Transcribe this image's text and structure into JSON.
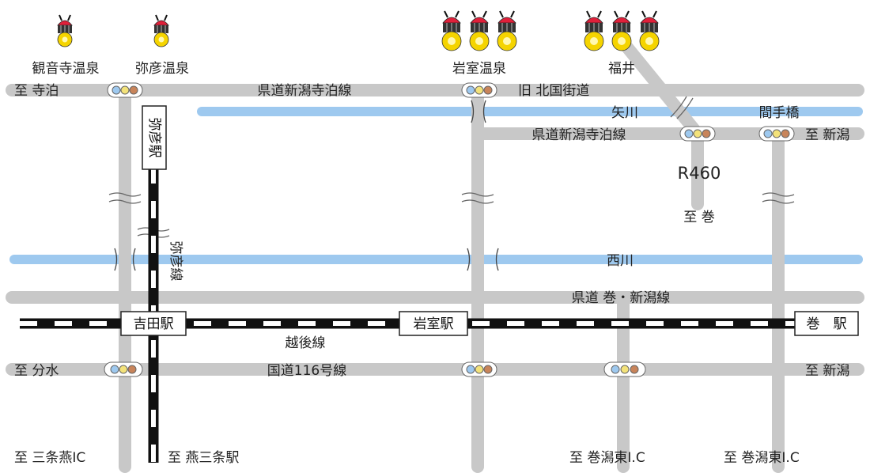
{
  "onsen": {
    "kannonji": "観音寺温泉",
    "yahiko": "弥彦温泉",
    "iwamuro": "岩室温泉",
    "fukui": "福井"
  },
  "roads": {
    "kendo_niigata_teradomari_top": "県道新潟寺泊線",
    "kendo_niigata_teradomari_mid": "県道新潟寺泊線",
    "kyu_hokkoku": "旧 北国街道",
    "r460": "R460",
    "kendo_maki_niigata": "県道 巻・新潟線",
    "kokudo116": "国道116号線"
  },
  "rivers": {
    "yagawa": "矢川",
    "nishikawa": "西川"
  },
  "bridges": {
    "mate": "間手橋"
  },
  "railways": {
    "yahiko_line": "弥彦線",
    "echigo_line": "越後線"
  },
  "stations": {
    "yahiko": "弥彦駅",
    "yoshida": "吉田駅",
    "iwamuro": "岩室駅",
    "maki": "巻　駅"
  },
  "destinations": {
    "teradomari": "至 寺泊",
    "niigata_top": "至 新潟",
    "maki": "至 巻",
    "bunsui": "至 分水",
    "niigata_bottom": "至 新潟",
    "sanjo_tsubame_ic": "至 三条燕IC",
    "tsubame_sanjo_st": "至 燕三条駅",
    "maki_higashi_ic_1": "至 巻潟東I.C",
    "maki_higashi_ic_2": "至 巻潟東I.C"
  },
  "colors": {
    "road": "#c8c8c8",
    "river": "#9ec9ef",
    "rail_dark": "#111111",
    "signal_blue": "#9ec9ef",
    "signal_yellow": "#f3e27a",
    "signal_red": "#c8845a",
    "onsen_yellow": "#f5d400",
    "onsen_red": "#e0203a"
  }
}
